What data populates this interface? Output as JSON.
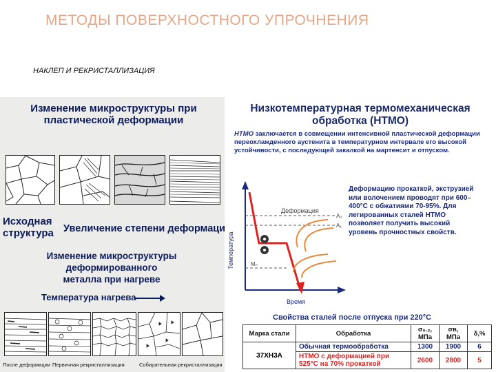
{
  "slide": {
    "title": "МЕТОДЫ   ПОВЕРХНОСТНОГО  УПРОЧНЕНИЯ",
    "subtitle": "НАКЛЕП  И  РЕКРИСТАЛЛИЗАЦИЯ"
  },
  "left": {
    "heading1": "Изменение микроструктуры при\nпластической деформации",
    "label_initial": "Исходная\nструктура",
    "label_increase": "Увеличение степени деформации",
    "heading2": "Изменение микроструктуры деформированного\nметалла при нагреве",
    "label_temperature": "Температура нагрева",
    "captions": [
      "После деформации",
      "Первичная рекристаллизация",
      "Собирательная рекристаллизация"
    ]
  },
  "right": {
    "title": "Низкотемпературная термомеханическая\nобработка (НТМО)",
    "desc_bold": "НТМО",
    "desc_rest": " заключается в совмещении интенсивной пластической деформации переохлажденного  аустенита в температурном интервале  его высокой устойчивости, с последующей закалкой на  мартенсит и отпуском.",
    "note": "Деформацию прокаткой, экструзией или волочением проводят при 600–400°С с обжатиями 70-95%. Для легированных сталей НТМО позволяет получить высокий уровень прочностных свойств.",
    "chart": {
      "ylabel": "Температура",
      "xlabel": "Время",
      "deform_label": "Деформация",
      "a3": "A₃",
      "a1": "A₁",
      "mn": "Mₙ"
    },
    "props_caption": "Свойства сталей после отпуска при 220°С",
    "table": {
      "headers": [
        "Марка стали",
        "Обработка",
        "σ₀.₂, МПа",
        "σв, МПа",
        "δ,%"
      ],
      "steel": "37ХН3А",
      "rows": [
        {
          "treatment": "Обычная термообработка",
          "s02": "1300",
          "sb": "1900",
          "d": "6"
        },
        {
          "treatment": "НТМО с деформацией при 525°С на 70% прокаткой",
          "s02": "2600",
          "sb": "2800",
          "d": "5"
        }
      ]
    }
  }
}
